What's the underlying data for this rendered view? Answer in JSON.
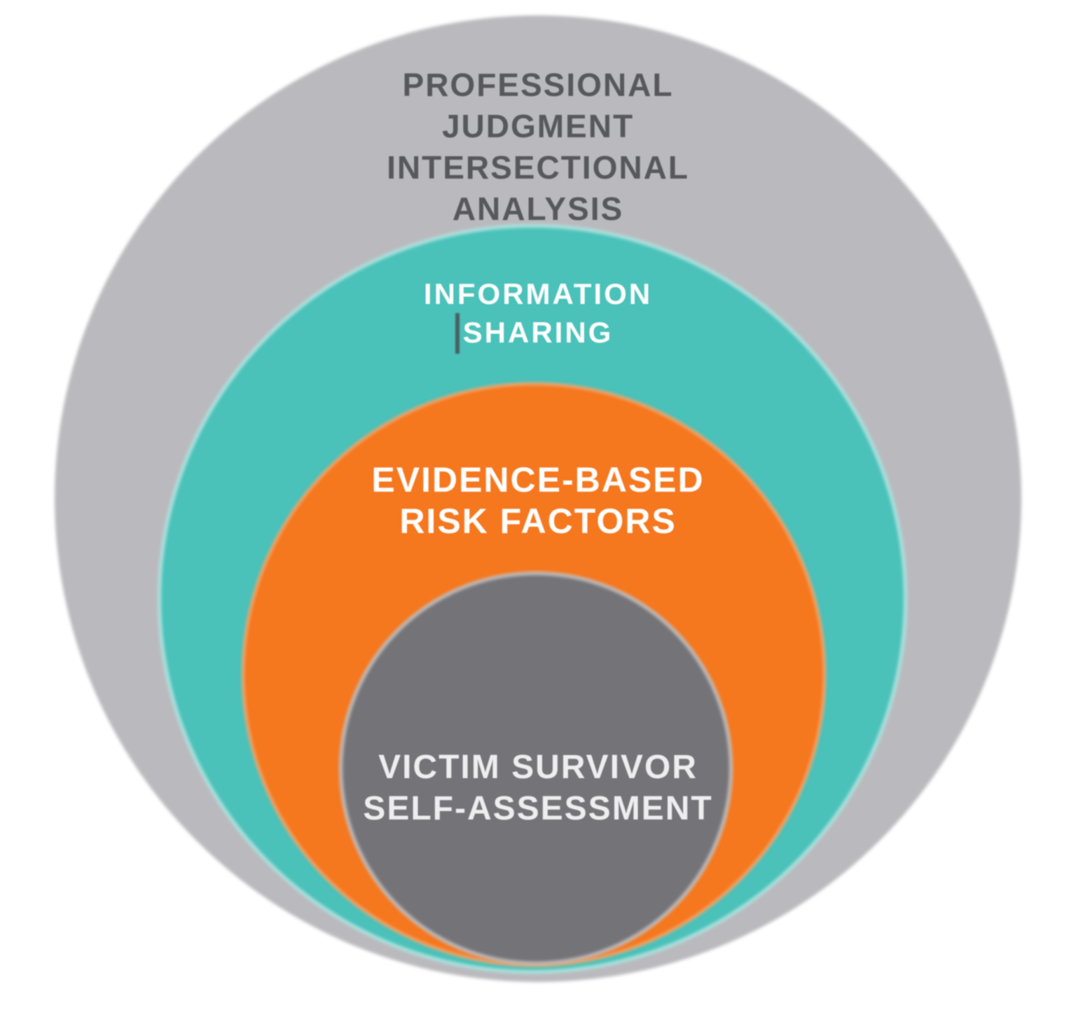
{
  "diagram": {
    "type": "nested-circles",
    "background_color": "#ffffff",
    "rings": [
      {
        "label_lines": [
          "PROFESSIONAL",
          "JUDGMENT",
          "INTERSECTIONAL",
          "ANALYSIS"
        ],
        "fill": "#bababe",
        "text_color": "#56585c"
      },
      {
        "label_lines": [
          "INFORMATION",
          "SHARING"
        ],
        "fill": "#4ac1b9",
        "text_color": "#ffffff"
      },
      {
        "label_lines": [
          "EVIDENCE-BASED",
          "RISK FACTORS"
        ],
        "fill": "#f5771e",
        "text_color": "#ffffff"
      },
      {
        "label_lines": [
          "VICTIM SURVIVOR",
          "SELF-ASSESSMENT"
        ],
        "fill": "#747478",
        "text_color": "#eeeef0"
      }
    ],
    "artifacts": {
      "text_cursor_color": "#4b4e55"
    }
  }
}
